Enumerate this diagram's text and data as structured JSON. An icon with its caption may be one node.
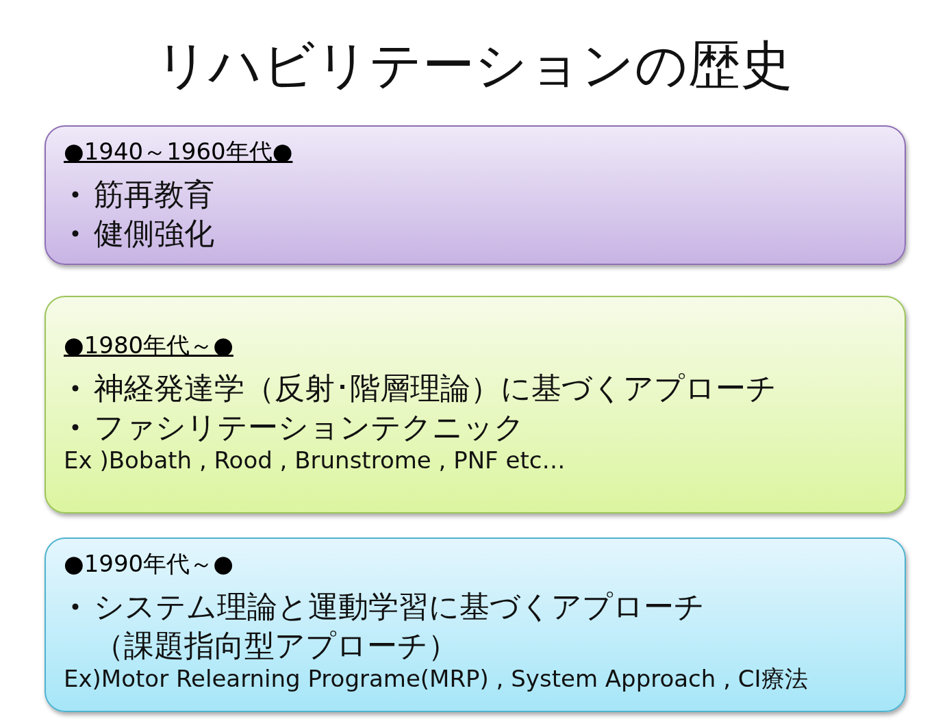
{
  "diagram": {
    "title": "リハビリテーションの歴史",
    "nodes": [
      {
        "text": [
          "●1940～1960年代●",
          "筋再教育",
          "健側強化"
        ]
      },
      {
        "text": [
          "●1980年代～●",
          "神経発達学（反射･階層理論）に基づくアプローチ",
          "ファシリテーションテクニック",
          "Ex )Bobath , Rood , Brunstrome , PNF etc…"
        ]
      },
      {
        "text": [
          "●1990年代～●",
          "システム理論と運動学習に基づくアプローチ（課題指向型アプローチ）",
          "Ex)Motor Relearning Programe(MRP) , System Approach , CI療法"
        ]
      }
    ]
  }
}
